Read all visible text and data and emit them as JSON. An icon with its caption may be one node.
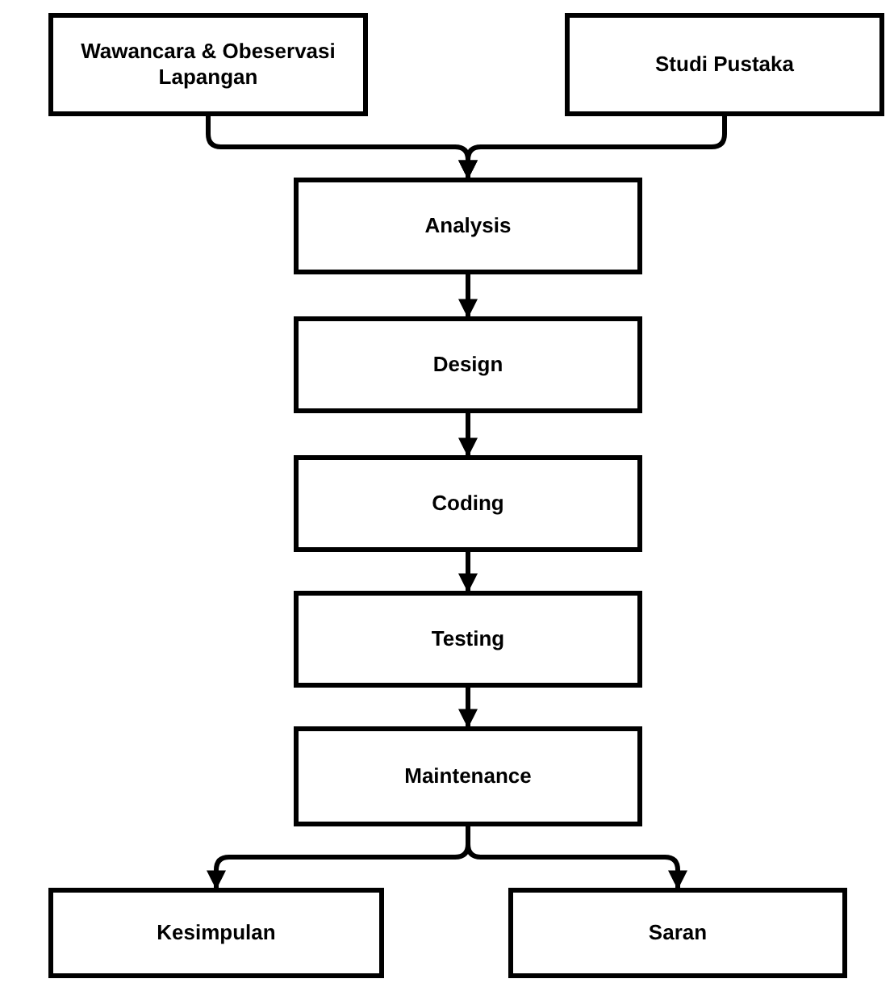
{
  "diagram": {
    "nodes": [
      {
        "text": [
          "Wawancara & Obeservasi Lapangan"
        ]
      },
      {
        "text": [
          "Studi Pustaka"
        ]
      },
      {
        "text": [
          "Analysis"
        ]
      },
      {
        "text": [
          "Design"
        ]
      },
      {
        "text": [
          "Coding"
        ]
      },
      {
        "text": [
          "Testing"
        ]
      },
      {
        "text": [
          "Maintenance"
        ]
      },
      {
        "text": [
          "Kesimpulan"
        ]
      },
      {
        "text": [
          "Saran"
        ]
      }
    ],
    "edges": [
      {
        "from": 0,
        "to": 2,
        "arrow": "to"
      },
      {
        "from": 1,
        "to": 2,
        "arrow": "to"
      },
      {
        "from": 2,
        "to": 3,
        "arrow": "to"
      },
      {
        "from": 3,
        "to": 4,
        "arrow": "to"
      },
      {
        "from": 4,
        "to": 5,
        "arrow": "to"
      },
      {
        "from": 5,
        "to": 6,
        "arrow": "to"
      },
      {
        "from": 6,
        "to": 7,
        "arrow": "to"
      },
      {
        "from": 6,
        "to": 8,
        "arrow": "to"
      }
    ]
  }
}
